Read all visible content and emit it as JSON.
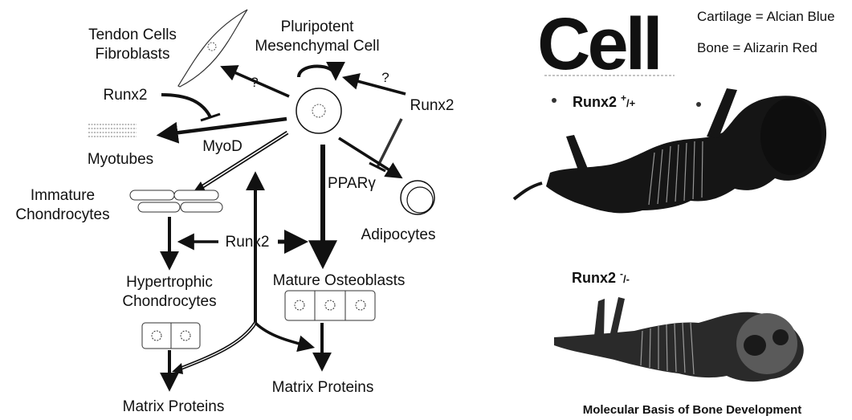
{
  "diagram": {
    "title": [
      "Pluripotent",
      "Mesenchymal Cell"
    ],
    "tendon": [
      "Tendon Cells",
      "Fibroblasts"
    ],
    "runx2": "Runx2",
    "question": "?",
    "myotubes": "Myotubes",
    "myod": "MyoD",
    "ppar": "PPARγ",
    "adipocytes": "Adipocytes",
    "immature": [
      "Immature",
      "Chondrocytes"
    ],
    "hypertrophic": [
      "Hypertrophic",
      "Chondrocytes"
    ],
    "mature_osteoblasts": "Mature Osteoblasts",
    "matrix_proteins": "Matrix Proteins"
  },
  "cover": {
    "journal": "Cell",
    "legend_cartilage": "Cartilage = Alcian Blue",
    "legend_bone": "Bone = Alizarin Red",
    "wildtype_base": "Runx2 ",
    "wildtype_sup": "+",
    "wildtype_rest": "/+",
    "knockout_base": "Runx2 ",
    "knockout_sup": "-",
    "knockout_rest": "/-",
    "caption": "Molecular Basis of Bone Development"
  }
}
